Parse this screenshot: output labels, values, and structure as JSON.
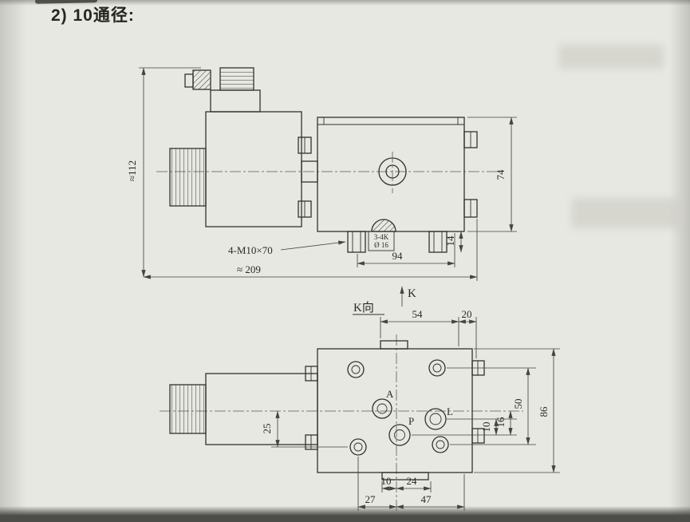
{
  "title": "2) 10通径:",
  "top_view": {
    "dim_height_total": "≈112",
    "dim_height_body": "74",
    "dim_width_ports": "94",
    "dim_port_height": "14",
    "dim_width_total": "≈ 209",
    "label_mounting_bolts": "4-M10×70",
    "port_spec_line1": "3-4K",
    "port_spec_line2": "Ø 16"
  },
  "k_view": {
    "arrow_label": "K",
    "view_label": "K向",
    "dim_top_left": "54",
    "dim_top_right": "20",
    "dim_left_offset": "25",
    "dim_right_10": "10",
    "dim_right_16": "16",
    "dim_right_50": "50",
    "dim_right_86": "86",
    "dim_bottom_10": "10",
    "dim_bottom_24": "24",
    "dim_bottom_27": "27",
    "dim_bottom_47": "47",
    "port_a_label": "A",
    "port_p_label": "P",
    "port_l_label": "L"
  }
}
